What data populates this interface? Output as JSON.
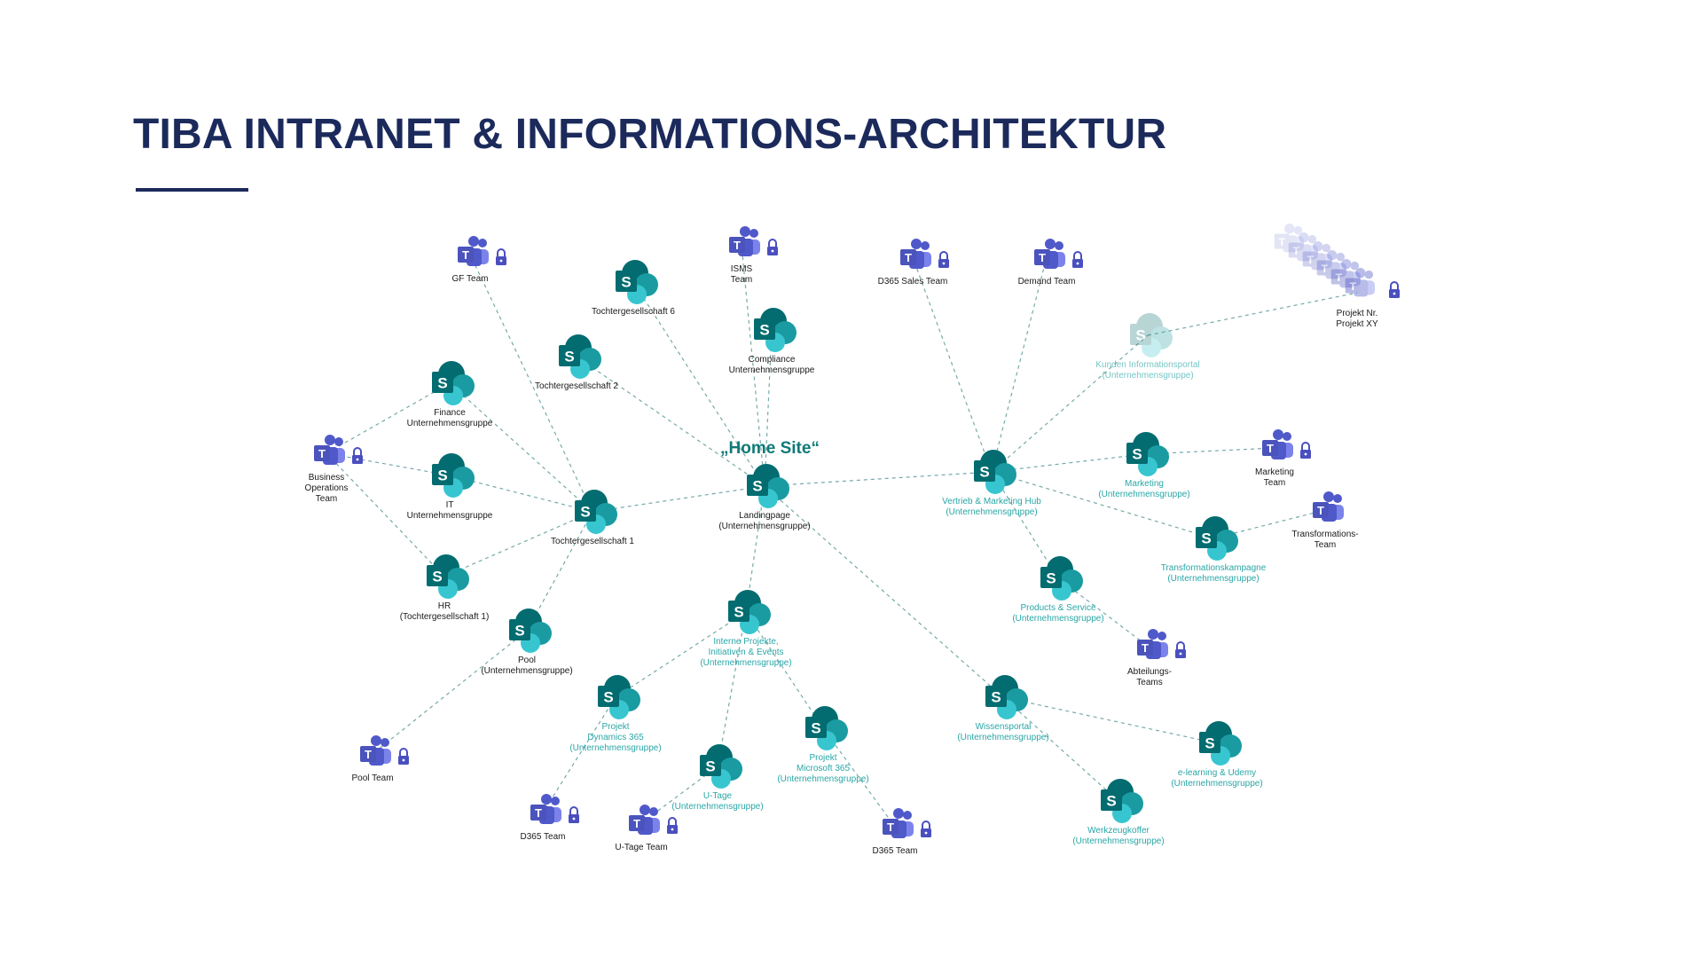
{
  "title": "TIBA INTRANET & INFORMATIONS-ARCHITEKTUR",
  "home_site_label": "„Home Site“",
  "colors": {
    "title": "#1b2a5b",
    "sp_dark": "#036c70",
    "sp_mid": "#1a9ba1",
    "sp_light": "#37c6d0",
    "teams": "#5059c9",
    "teams_light": "#7b83eb",
    "lock": "#4a4fbf",
    "label_dark": "#1a1a1a",
    "label_teal": "#2aa6a6",
    "edge": "#4a8c8c"
  },
  "nodes": [
    {
      "id": "landing",
      "type": "sharepoint",
      "icon": "sharepoint-icon",
      "label": [
        "Landingpage",
        "(Unternehmensgruppe)"
      ],
      "label_color": "dark",
      "locked": false,
      "faded": false
    },
    {
      "id": "gf",
      "type": "teams",
      "icon": "teams-icon",
      "label": [
        "GF Team"
      ],
      "label_color": "dark",
      "locked": true,
      "faded": false
    },
    {
      "id": "tg6",
      "type": "sharepoint",
      "icon": "sharepoint-icon",
      "label": [
        "Tochtergesellschaft 6"
      ],
      "label_color": "dark",
      "locked": false,
      "faded": false
    },
    {
      "id": "isms",
      "type": "teams",
      "icon": "teams-icon",
      "label": [
        "ISMS",
        "Team"
      ],
      "label_color": "dark",
      "locked": true,
      "faded": false
    },
    {
      "id": "compliance",
      "type": "sharepoint",
      "icon": "sharepoint-icon",
      "label": [
        "Compliance",
        "Unternehmensgruppe"
      ],
      "label_color": "dark",
      "locked": false,
      "faded": false
    },
    {
      "id": "tg2",
      "type": "sharepoint",
      "icon": "sharepoint-icon",
      "label": [
        "Tochtergesellschaft 2"
      ],
      "label_color": "dark",
      "locked": false,
      "faded": false
    },
    {
      "id": "finance",
      "type": "sharepoint",
      "icon": "sharepoint-icon",
      "label": [
        "Finance",
        "Unternehmensgruppe"
      ],
      "label_color": "dark",
      "locked": false,
      "faded": false
    },
    {
      "id": "bizops",
      "type": "teams",
      "icon": "teams-icon",
      "label": [
        "Business",
        "Operations",
        "Team"
      ],
      "label_color": "dark",
      "locked": true,
      "faded": false
    },
    {
      "id": "it",
      "type": "sharepoint",
      "icon": "sharepoint-icon",
      "label": [
        "IT",
        "Unternehmensgruppe"
      ],
      "label_color": "dark",
      "locked": false,
      "faded": false
    },
    {
      "id": "tg1",
      "type": "sharepoint",
      "icon": "sharepoint-icon",
      "label": [
        "Tochtergesellschaft 1"
      ],
      "label_color": "dark",
      "locked": false,
      "faded": false
    },
    {
      "id": "hr",
      "type": "sharepoint",
      "icon": "sharepoint-icon",
      "label": [
        "HR",
        "(Tochtergesellschaft 1)"
      ],
      "label_color": "dark",
      "locked": false,
      "faded": false
    },
    {
      "id": "pool",
      "type": "sharepoint",
      "icon": "sharepoint-icon",
      "label": [
        "Pool",
        "(Unternehmensgruppe)"
      ],
      "label_color": "dark",
      "locked": false,
      "faded": false
    },
    {
      "id": "poolteam",
      "type": "teams",
      "icon": "teams-icon",
      "label": [
        "Pool Team"
      ],
      "label_color": "dark",
      "locked": true,
      "faded": false
    },
    {
      "id": "interne",
      "type": "sharepoint",
      "icon": "sharepoint-icon",
      "label": [
        "Interne Projekte,",
        "Initiativen & Events",
        "(Unternehmensgruppe)"
      ],
      "label_color": "teal",
      "locked": false,
      "faded": false
    },
    {
      "id": "pd365",
      "type": "sharepoint",
      "icon": "sharepoint-icon",
      "label": [
        "Projekt",
        "Dynamics 365",
        "(Unternehmensgruppe)"
      ],
      "label_color": "teal",
      "locked": false,
      "faded": false
    },
    {
      "id": "d365a",
      "type": "teams",
      "icon": "teams-icon",
      "label": [
        "D365 Team"
      ],
      "label_color": "dark",
      "locked": true,
      "faded": false
    },
    {
      "id": "utage",
      "type": "sharepoint",
      "icon": "sharepoint-icon",
      "label": [
        "U-Tage",
        "(Unternehmensgruppe)"
      ],
      "label_color": "teal",
      "locked": false,
      "faded": false
    },
    {
      "id": "utageteam",
      "type": "teams",
      "icon": "teams-icon",
      "label": [
        "U-Tage Team"
      ],
      "label_color": "dark",
      "locked": true,
      "faded": false
    },
    {
      "id": "pm365",
      "type": "sharepoint",
      "icon": "sharepoint-icon",
      "label": [
        "Projekt",
        "Microsoft 365",
        "(Unternehmensgruppe)"
      ],
      "label_color": "teal",
      "locked": false,
      "faded": false
    },
    {
      "id": "d365b",
      "type": "teams",
      "icon": "teams-icon",
      "label": [
        "D365 Team"
      ],
      "label_color": "dark",
      "locked": true,
      "faded": false
    },
    {
      "id": "wissen",
      "type": "sharepoint",
      "icon": "sharepoint-icon",
      "label": [
        "Wissensportal",
        "(Unternehmensgruppe)"
      ],
      "label_color": "teal",
      "locked": false,
      "faded": false
    },
    {
      "id": "elearn",
      "type": "sharepoint",
      "icon": "sharepoint-icon",
      "label": [
        "e-learning & Udemy",
        "(Unternehmensgruppe)"
      ],
      "label_color": "teal",
      "locked": false,
      "faded": false
    },
    {
      "id": "werkzeug",
      "type": "sharepoint",
      "icon": "sharepoint-icon",
      "label": [
        "Werkzeugkoffer",
        "(Unternehmensgruppe)"
      ],
      "label_color": "teal",
      "locked": false,
      "faded": false
    },
    {
      "id": "vertrieb",
      "type": "sharepoint",
      "icon": "sharepoint-icon",
      "label": [
        "Vertrieb & Marketing Hub",
        "(Unternehmensgruppe)"
      ],
      "label_color": "teal",
      "locked": false,
      "faded": false
    },
    {
      "id": "d365sales",
      "type": "teams",
      "icon": "teams-icon",
      "label": [
        "D365 Sales Team"
      ],
      "label_color": "dark",
      "locked": true,
      "faded": false
    },
    {
      "id": "demand",
      "type": "teams",
      "icon": "teams-icon",
      "label": [
        "Demand Team"
      ],
      "label_color": "dark",
      "locked": true,
      "faded": false
    },
    {
      "id": "kunden",
      "type": "sharepoint",
      "icon": "sharepoint-icon",
      "label": [
        "Kunden Informationsportal",
        "(Unternehmensgruppe)"
      ],
      "label_color": "teal",
      "locked": false,
      "faded": true
    },
    {
      "id": "projektxy",
      "type": "teams-stack",
      "icon": "teams-stack-icon",
      "label": [
        "Projekt Nr.",
        "Projekt XY"
      ],
      "label_color": "dark",
      "locked": true,
      "faded": false
    },
    {
      "id": "marketing",
      "type": "sharepoint",
      "icon": "sharepoint-icon",
      "label": [
        "Marketing",
        "(Unternehmensgruppe)"
      ],
      "label_color": "teal",
      "locked": false,
      "faded": false
    },
    {
      "id": "marketingteam",
      "type": "teams",
      "icon": "teams-icon",
      "label": [
        "Marketing",
        "Team"
      ],
      "label_color": "dark",
      "locked": true,
      "faded": false
    },
    {
      "id": "transkamp",
      "type": "sharepoint",
      "icon": "sharepoint-icon",
      "label": [
        "Transformationskampagne",
        "(Unternehmensgruppe)"
      ],
      "label_color": "teal",
      "locked": false,
      "faded": false
    },
    {
      "id": "transteam",
      "type": "teams",
      "icon": "teams-icon",
      "label": [
        "Transformations-",
        "Team"
      ],
      "label_color": "dark",
      "locked": false,
      "faded": false
    },
    {
      "id": "products",
      "type": "sharepoint",
      "icon": "sharepoint-icon",
      "label": [
        "Products & Service",
        "(Unternehmensgruppe)"
      ],
      "label_color": "teal",
      "locked": false,
      "faded": false
    },
    {
      "id": "abteilung",
      "type": "teams",
      "icon": "teams-icon",
      "label": [
        "Abteilungs-",
        "Teams"
      ],
      "label_color": "dark",
      "locked": true,
      "faded": false
    }
  ],
  "edges": [
    [
      "landing",
      "tg6"
    ],
    [
      "landing",
      "isms"
    ],
    [
      "landing",
      "compliance"
    ],
    [
      "landing",
      "tg2"
    ],
    [
      "landing",
      "tg1"
    ],
    [
      "landing",
      "interne"
    ],
    [
      "landing",
      "vertrieb"
    ],
    [
      "landing",
      "wissen"
    ],
    [
      "tg1",
      "gf"
    ],
    [
      "tg1",
      "finance"
    ],
    [
      "tg1",
      "it"
    ],
    [
      "tg1",
      "hr"
    ],
    [
      "tg1",
      "pool"
    ],
    [
      "bizops",
      "finance"
    ],
    [
      "bizops",
      "it"
    ],
    [
      "bizops",
      "hr"
    ],
    [
      "pool",
      "poolteam"
    ],
    [
      "interne",
      "pd365"
    ],
    [
      "interne",
      "utage"
    ],
    [
      "interne",
      "pm365"
    ],
    [
      "pd365",
      "d365a"
    ],
    [
      "utage",
      "utageteam"
    ],
    [
      "pm365",
      "d365b"
    ],
    [
      "wissen",
      "elearn"
    ],
    [
      "wissen",
      "werkzeug"
    ],
    [
      "vertrieb",
      "d365sales"
    ],
    [
      "vertrieb",
      "demand"
    ],
    [
      "vertrieb",
      "kunden"
    ],
    [
      "vertrieb",
      "marketing"
    ],
    [
      "vertrieb",
      "transkamp"
    ],
    [
      "vertrieb",
      "products"
    ],
    [
      "kunden",
      "projektxy"
    ],
    [
      "marketing",
      "marketingteam"
    ],
    [
      "transkamp",
      "transteam"
    ],
    [
      "products",
      "abteilung"
    ]
  ]
}
